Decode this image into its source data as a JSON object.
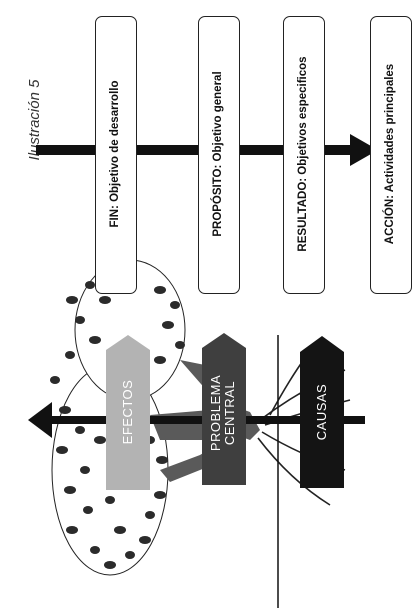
{
  "caption": "Ilustración 5",
  "tree": {
    "effects_label": "EFECTOS",
    "problem_label_line1": "PROBLEMA",
    "problem_label_line2": "CENTRAL",
    "causes_label": "CAUSAS"
  },
  "objectives": [
    {
      "label": "FIN: Objetivo de desarrollo"
    },
    {
      "label": "PROPÓSITO: Objetivo general"
    },
    {
      "label": "RESULTADO: Objetivos especificos"
    },
    {
      "label": "ACCIÓN: Actividades principales"
    }
  ],
  "colors": {
    "effects_arrow": "#b3b3b3",
    "problem_arrow": "#3f3f3f",
    "causes_arrow": "#141414",
    "foliage": "#2b2b2b",
    "trunk": "#5a5a5a"
  }
}
